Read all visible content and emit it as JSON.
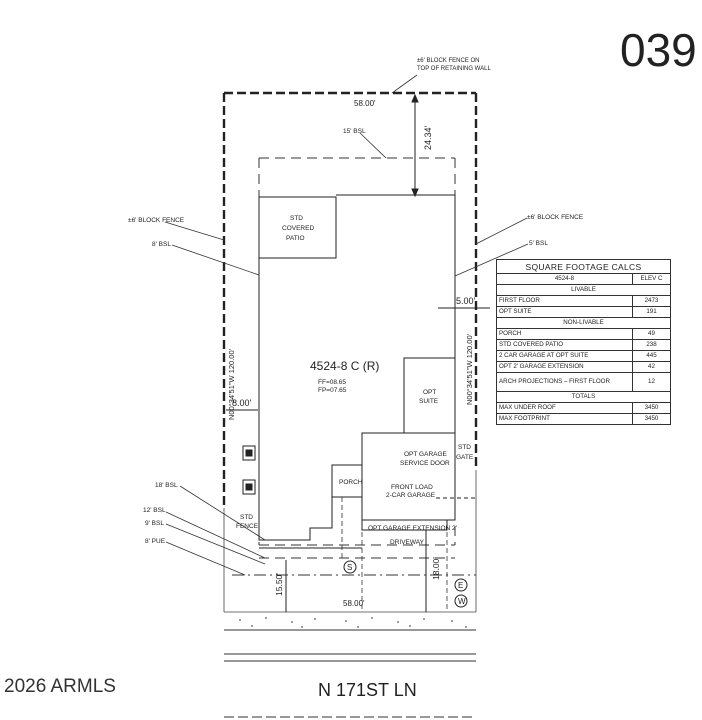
{
  "lot_number": "039",
  "copyright": "2026 ARMLS",
  "street_name": "N 171ST LN",
  "plan": {
    "model": "4524-8 C (R)",
    "ff": "FF=08.65",
    "fp": "FP=07.65"
  },
  "labels": {
    "block_fence_retaining": "±6' BLOCK FENCE ON",
    "block_fence_retaining_2": "TOP OF RETAINING WALL",
    "block_fence_left": "±6' BLOCK FENCE",
    "block_fence_right": "±6' BLOCK FENCE",
    "rear_bsl": "15' BSL",
    "left_side_bsl": "8' BSL",
    "right_side_bsl": "5' BSL",
    "front_bsl_18": "18' BSL",
    "front_bsl_12": "12' BSL",
    "front_bsl_9": "9' BSL",
    "pue": "8' PUE",
    "std_covered_patio_1": "STD",
    "std_covered_patio_2": "COVERED",
    "std_covered_patio_3": "PATIO",
    "opt_suite_1": "OPT",
    "opt_suite_2": "SUITE",
    "opt_garage_door_1": "OPT GARAGE",
    "opt_garage_door_2": "SERVICE DOOR",
    "std_gate_1": "STD",
    "std_gate_2": "GATE",
    "porch": "PORCH",
    "front_load_1": "FRONT LOAD",
    "front_load_2": "2-CAR GARAGE",
    "std_fence_1": "STD",
    "std_fence_2": "FENCE",
    "opt_garage_ext": "OPT GARAGE EXTENSION 2'",
    "driveway": "DRIVEWAY",
    "sewer": "S",
    "electric": "E",
    "water": "W"
  },
  "dimensions": {
    "rear_width": "58.00'",
    "front_width": "58.00'",
    "rear_setback": "24.34'",
    "left_side": "8.00'",
    "right_side": "5.00'",
    "left_bearing": "N00°34'51\"W 120.00'",
    "right_bearing": "N00°34'51\"W 120.00'",
    "front_setback_left": "15.50'",
    "front_setback_right": "18.00'"
  },
  "table": {
    "title": "SQUARE FOOTAGE CALCS",
    "plan_col": "4524-8",
    "elev_col": "ELEV C",
    "livable_header": "LIVABLE",
    "livable": [
      {
        "label": "FIRST FLOOR",
        "value": "2473"
      },
      {
        "label": "OPT SUITE",
        "value": "191"
      }
    ],
    "non_livable_header": "NON-LIVABLE",
    "non_livable": [
      {
        "label": "PORCH",
        "value": "49"
      },
      {
        "label": "STD COVERED PATIO",
        "value": "238"
      },
      {
        "label": "2 CAR GARAGE AT OPT SUITE",
        "value": "445"
      },
      {
        "label": "OPT 2' GARAGE EXTENSION",
        "value": "42"
      },
      {
        "label": "ARCH PROJECTIONS – FIRST FLOOR",
        "value": "12"
      }
    ],
    "totals_header": "TOTALS",
    "totals": [
      {
        "label": "MAX UNDER ROOF",
        "value": "3450"
      },
      {
        "label": "MAX FOOTPRINT",
        "value": "3450"
      }
    ]
  }
}
